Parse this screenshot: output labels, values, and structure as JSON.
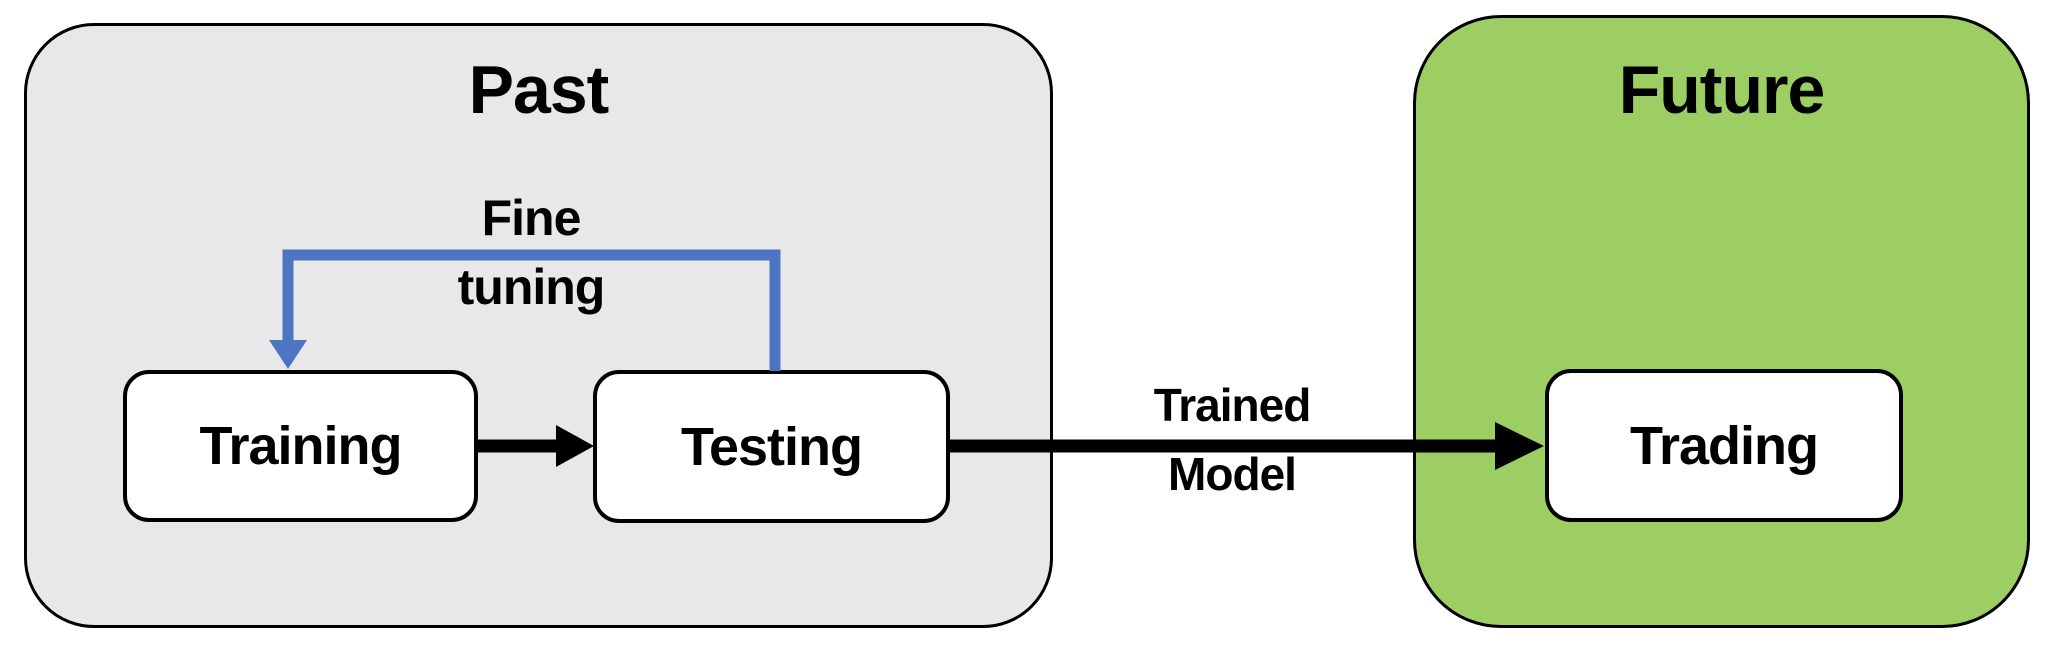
{
  "diagram": {
    "past": {
      "title": "Past",
      "nodes": {
        "training": {
          "label": "Training"
        },
        "testing": {
          "label": "Testing"
        }
      },
      "loop_label_lines": [
        "Fine",
        "tuning"
      ]
    },
    "future": {
      "title": "Future",
      "nodes": {
        "trading": {
          "label": "Trading"
        }
      }
    },
    "transfer_label_lines": [
      "Trained",
      "Model"
    ],
    "colors": {
      "past_fill": "#E8E8E8",
      "future_fill": "#9CCE64",
      "loop_arrow": "#4D75C4",
      "flow_arrow": "#000000"
    }
  }
}
